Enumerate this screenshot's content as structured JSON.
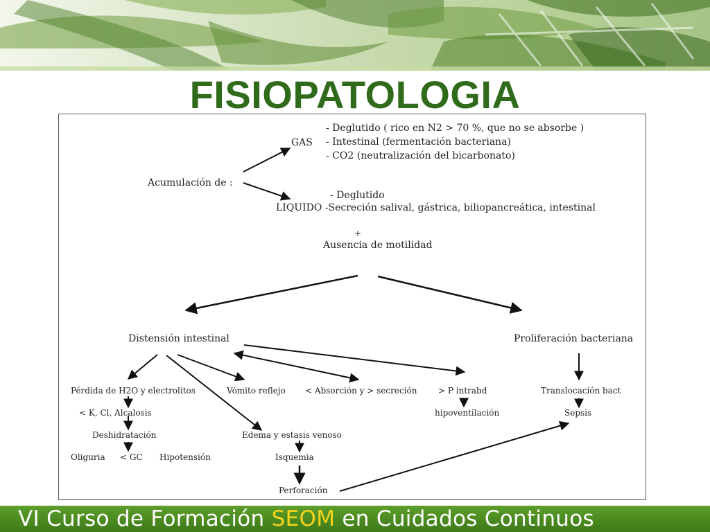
{
  "slide": {
    "title": "FISIOPATOLOGIA",
    "footer": {
      "prefix": "VI Curso de Formación ",
      "highlight": "SEOM",
      "suffix": " en Cuidados Continuos"
    }
  },
  "diagram": {
    "gas_items": [
      "- Deglutido ( rico en N2 > 70 %, que no se absorbe )",
      "- Intestinal (fermentación bacteriana)",
      "- CO2 (neutralización del bicarbonato)"
    ],
    "gas_label": "GAS",
    "accumulation": "Acumulación de :",
    "liquid_item_1": "- Deglutido",
    "liquid_line": "LIQUIDO -Secreción salival, gástrica, biliopancreática, intestinal",
    "plus": "+",
    "motility": "Ausencia de motilidad",
    "distension": "Distensión intestinal",
    "proliferation": "Proliferación  bacteriana",
    "water_loss": "Pérdida de H2O y electrolitos",
    "vomiting": "Vómito reflejo",
    "absorption": "< Absorción y > secreción",
    "pressure": "> P intrabd",
    "translocation": "Translocación bact",
    "electrolytes": "< K, Cl, Alcalosis",
    "hypoventilation": "hipoventilación",
    "sepsis": "Sepsis",
    "dehydration": "Deshidratación",
    "edema": "Edema y estasis venoso",
    "oliguria": "Oliguria",
    "gc": "< GC",
    "hypotension": "Hipotensión",
    "ischemia": "Isquemia",
    "perforation": "Perforación"
  }
}
